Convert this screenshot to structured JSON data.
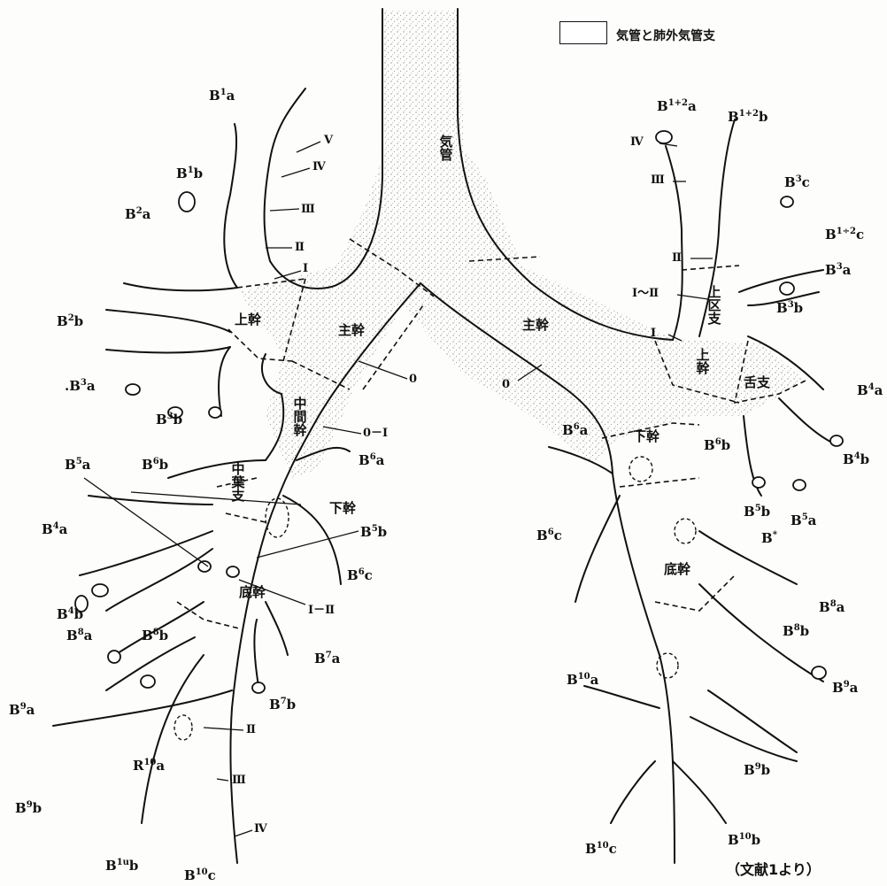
{
  "legend": {
    "label": "気管と肺外気管支"
  },
  "citation": "（文献1より）",
  "trachea_label": "気管",
  "regions": {
    "right_main": "主幹",
    "left_main": "主幹",
    "right_upper_trunk": "上幹",
    "right_intermediate": "中間幹",
    "right_middle_lobe": "中葉支",
    "right_lower_trunk_label": "下幹",
    "right_basal": "底幹",
    "left_upper_division": "上区支",
    "left_upper_trunk": "上幹",
    "left_lingula": "舌支",
    "left_lower_trunk": "下幹",
    "left_basal": "底幹"
  },
  "orders": {
    "r_v": "Ⅴ",
    "r_iv": "Ⅳ",
    "r_iii": "Ⅲ",
    "r_ii": "Ⅱ",
    "r_i": "Ⅰ",
    "r_zero": "0",
    "r_zero_i": "0－Ⅰ",
    "r_i_ii": "Ⅰ－Ⅱ",
    "r_low_ii": "Ⅱ",
    "r_low_iii": "Ⅲ",
    "r_low_iv": "Ⅳ",
    "l_iv": "Ⅳ",
    "l_iii": "Ⅲ",
    "l_ii": "Ⅱ",
    "l_i_ii": "Ⅰ～Ⅱ",
    "l_i": "Ⅰ",
    "l_zero": "0"
  },
  "right_labels": {
    "b1a": {
      "base": "B",
      "sup": "1",
      "sub": "a"
    },
    "b1b": {
      "base": "B",
      "sup": "1",
      "sub": "b"
    },
    "b2a": {
      "base": "B",
      "sup": "2",
      "sub": "a"
    },
    "b2b": {
      "base": "B",
      "sup": "2",
      "sub": "b"
    },
    "b3a": {
      "base": ".B",
      "sup": "3",
      "sub": "a"
    },
    "b3b": {
      "base": "B",
      "sup": "3",
      "sub": "b"
    },
    "b5a": {
      "base": "B",
      "sup": "5",
      "sub": "a"
    },
    "b6b": {
      "base": "B",
      "sup": "6",
      "sub": "b"
    },
    "b6a": {
      "base": "B",
      "sup": "6",
      "sub": "a"
    },
    "b4a": {
      "base": "B",
      "sup": "4",
      "sub": "a"
    },
    "b5b": {
      "base": "B",
      "sup": "5",
      "sub": "b"
    },
    "b4b": {
      "base": "B",
      "sup": "4",
      "sub": "b"
    },
    "b6c": {
      "base": "B",
      "sup": "6",
      "sub": "c"
    },
    "b8a": {
      "base": "B",
      "sup": "8",
      "sub": "a"
    },
    "b8b": {
      "base": "B",
      "sup": "8",
      "sub": "b"
    },
    "b7a": {
      "base": "B",
      "sup": "7",
      "sub": "a"
    },
    "b7b": {
      "base": "B",
      "sup": "7",
      "sub": "b"
    },
    "b9a": {
      "base": "B",
      "sup": "9",
      "sub": "a"
    },
    "b10a": {
      "base": "R",
      "sup": "10",
      "sub": "a"
    },
    "b9b": {
      "base": "B",
      "sup": "9",
      "sub": "b"
    },
    "b10b": {
      "base": "B",
      "sup": "1u",
      "sub": "b"
    },
    "b10c": {
      "base": "B",
      "sup": "10",
      "sub": "c"
    }
  },
  "left_labels": {
    "b12a": {
      "base": "B",
      "sup": "1+2",
      "sub": "a"
    },
    "b12b": {
      "base": "B",
      "sup": "1+2",
      "sub": "b"
    },
    "b3c": {
      "base": "B",
      "sup": "3",
      "sub": "c"
    },
    "b12c": {
      "base": "B",
      "sup": "1÷2",
      "sub": "c"
    },
    "b3a": {
      "base": "B",
      "sup": "3",
      "sub": "a"
    },
    "b3b": {
      "base": "B",
      "sup": "3",
      "sub": "b"
    },
    "b4a": {
      "base": "B",
      "sup": "4",
      "sub": "a"
    },
    "b6a": {
      "base": "B",
      "sup": "6",
      "sub": "a"
    },
    "b6b": {
      "base": "B",
      "sup": "6",
      "sub": "b"
    },
    "b4b": {
      "base": "B",
      "sup": "4",
      "sub": "b"
    },
    "b5b": {
      "base": "B",
      "sup": "5",
      "sub": "b"
    },
    "b5a": {
      "base": "B",
      "sup": "5",
      "sub": "a"
    },
    "b6c": {
      "base": "B",
      "sup": "6",
      "sub": "c"
    },
    "bstar": {
      "base": "B",
      "sup": "*",
      "sub": ""
    },
    "b8a": {
      "base": "B",
      "sup": "8",
      "sub": "a"
    },
    "b8b": {
      "base": "B",
      "sup": "8",
      "sub": "b"
    },
    "b10a": {
      "base": "B",
      "sup": "10",
      "sub": "a"
    },
    "b9a": {
      "base": "B",
      "sup": "9",
      "sub": "a"
    },
    "b9b": {
      "base": "B",
      "sup": "9",
      "sub": "b"
    },
    "b10c": {
      "base": "B",
      "sup": "10",
      "sub": "c"
    },
    "b10b": {
      "base": "B",
      "sup": "10",
      "sub": "b"
    }
  }
}
